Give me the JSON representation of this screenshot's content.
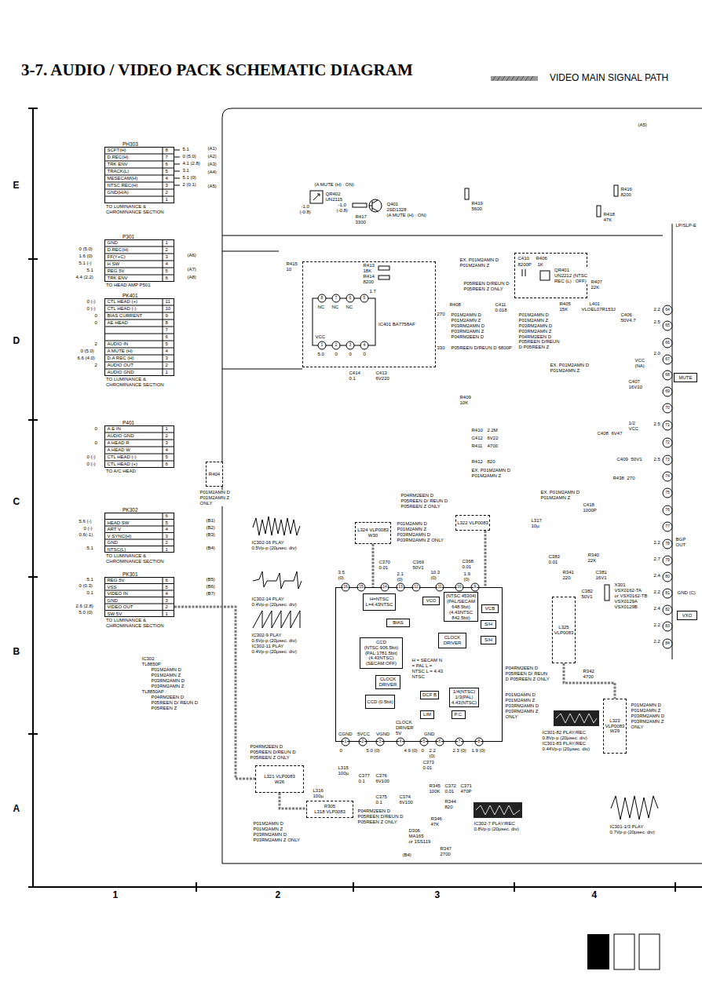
{
  "diagram": {
    "title": "3-7. AUDIO / VIDEO PACK SCHEMATIC DIAGRAM",
    "nodes": [
      {
        "text": [
          "PH303",
          "TO LUMINANCE & CHROMINANCE SECTION"
        ]
      },
      {
        "text": [
          "P301",
          "TO HEAD AMP P501"
        ]
      },
      {
        "text": [
          "PK401",
          "TO LUMINANCE & CHROMINANCE SECTION"
        ]
      },
      {
        "text": [
          "P401",
          "TO A/C HEAD"
        ]
      },
      {
        "text": [
          "PK302",
          "TO LUMINANCE & CHROMINANCE SECTION"
        ]
      },
      {
        "text": [
          "PK301",
          "TO LUMINANCE & CHROMINANCE SECTION"
        ]
      },
      {
        "text": [
          "IC401 BA7758AF"
        ]
      },
      {
        "text": [
          "QR401 UN2212 (NTSC REC (L) : OFF)"
        ]
      },
      {
        "text": [
          "CGND",
          "5VCC",
          "VGND",
          "CLOCK DRIVER 5V",
          "GND"
        ]
      },
      {
        "text": [
          "H=NTSC L=4.43NTSC"
        ],
        "in": 8
      },
      {
        "text": [
          "BIAS"
        ],
        "in": 8
      },
      {
        "text": [
          "VCO"
        ],
        "in": 8
      },
      {
        "text": [
          "(NTSC 45304) (PAL/SECAM 648.5bit) (4.43NTSC 842.5bit)"
        ],
        "in": 8
      },
      {
        "text": [
          "VCB"
        ],
        "in": 8
      },
      {
        "text": [
          "S/H"
        ],
        "in": 8
      },
      {
        "text": [
          "S/H"
        ],
        "in": 8
      },
      {
        "text": [
          "CLOCK DRIVER"
        ],
        "in": 8
      },
      {
        "text": [
          "CCD (NTSC:906.5bit) (PAL:1781.5bit) (4.43NTSC) (SECAM:OFF)"
        ],
        "in": 8
      },
      {
        "text": [
          "CLOCK DRIVER"
        ],
        "in": 8
      },
      {
        "text": [
          "CCD (0.5bit)"
        ],
        "in": 8
      },
      {
        "text": [
          "DCF B"
        ],
        "in": 8
      },
      {
        "text": [
          "1/4(NTSC) 1/3(PAL) 4.43(NTSC)"
        ],
        "in": 8
      },
      {
        "text": [
          "LIM"
        ],
        "in": 8
      },
      {
        "text": [
          "P.C."
        ],
        "in": 8
      },
      {
        "text": [
          "L324 VLP0083",
          "W30"
        ]
      },
      {
        "text": [
          "L322 VLP0083"
        ]
      },
      {
        "text": [
          "L321 VLP0083",
          "W26"
        ]
      },
      {
        "text": [
          "R305",
          "L318 VLP0083"
        ]
      },
      {
        "text": [
          "L325 VLP0083"
        ]
      },
      {
        "text": [
          "L323 VLP0083",
          "W29"
        ]
      },
      {
        "text": [
          "R404"
        ]
      },
      {
        "text": [
          "MUTE"
        ]
      },
      {
        "text": [
          "VXO"
        ]
      }
    ],
    "edges": [
      {
        "from": 5,
        "to": 26,
        "arrow": "none"
      },
      {
        "from": 24,
        "to": 8,
        "arrow": "none"
      },
      {
        "from": 25,
        "to": 8,
        "arrow": "none"
      },
      {
        "from": 28,
        "to": 29,
        "arrow": "none"
      },
      {
        "from": 26,
        "to": 27,
        "arrow": "none"
      }
    ],
    "labels": [
      "SCFT(H)",
      "8",
      "D.REC(H)",
      "7",
      "TRK ENV",
      "6",
      "TRACK(L)",
      "5",
      "MESECAM(H)",
      "4",
      "NTSC REC(H)",
      "3",
      "GND(H/A)",
      "2",
      "1",
      "GND",
      "1",
      "D.REC(H)",
      "2",
      "FF(Y+C)",
      "3",
      "H SW",
      "4",
      "REG 5V",
      "5",
      "TRK ENV",
      "6",
      "CTL HEAD (+)",
      "11",
      "CTL HEAD (-)",
      "10",
      "BIAS CURRENT",
      "9",
      "AE HEAD",
      "8",
      "7",
      "6",
      "AUDIO IN",
      "5",
      "A MUTE (H)",
      "4",
      "D.A REC (H)",
      "3",
      "AUDIO OUT",
      "2",
      "AUDIO GND",
      "1",
      "A.E IN",
      "1",
      "AUDIO GND",
      "2",
      "A HEAD R",
      "3",
      "A HEAD W",
      "4",
      "CTL HEAD (-)",
      "5",
      "CTL HEAD (+)",
      "6",
      "6",
      "HEAD SW",
      "5",
      "ART V",
      "4",
      "V SYNC(H)",
      "3",
      "GND",
      "2",
      "NTSC(L)",
      "1",
      "REG 5V",
      "6",
      "VSS",
      "5",
      "VIDEO IN",
      "4",
      "GND",
      "3",
      "VIDEO OUT",
      "2",
      "SW 5V",
      "1",
      "5.1",
      "0 (5.0)",
      "4.1 (2.8)",
      "3.1",
      "5.1 (0)",
      "2 (0.1)",
      "(A1)",
      "(A2)",
      "(A3)",
      "(A4)",
      "(A5)",
      "0 (5.0)",
      "1.6 (0)",
      "5.1 (-)",
      "5.1",
      "4.4 (2.2)",
      "(A6)",
      "(A7)",
      "(A8)",
      "0 (-)",
      "0 (-)",
      "0",
      "0",
      "2",
      "0 (5.0)",
      "6.6 (4.0)",
      "2",
      "0",
      "0",
      "0 (-)",
      "0 (-)",
      "P01M2AMN D P01M2AMN Z ONLY",
      "5.6 (-)",
      "0 (-)",
      "0.6(-1)",
      "5.1",
      "(B1)",
      "(B2)",
      "(B3)",
      "(B4)",
      "5.1",
      "0 (0.3)",
      "0.1",
      "2.6 (2.8)",
      "5.0 (0)",
      "(B5)",
      "(B6)",
      "(B7)",
      "IC302",
      "TL8850P",
      "P01M2AMN D",
      "P01M2AMN Z",
      "P03RM2AMN D",
      "P03RM2AMN Z",
      "TL8850AP :",
      "P04RM2EEN D",
      "P05REEN D/ REUN D",
      "P05REEN Z",
      "IC302-16 PLAY",
      "0.5Vp-p (20µsec. div)",
      "IC302-14 PLAY",
      "0.4Vp-p (20µsec. div)",
      "IC302-9 PLAY",
      "0.6Vp-p (20µsec. div)",
      "IC302-11 PLAY",
      "0.4Vp-p (20µsec. div)",
      "(A MUTE (H) : ON)",
      "QR402",
      "UN2115",
      "Q401",
      "2SD1328",
      "(A MUTE (H) : ON)",
      "-1.0",
      "(-0.8)",
      "-1.0",
      "(-0.8)",
      "R417",
      "3300",
      "R419",
      "5600",
      "R416",
      "8200",
      "R418",
      "47K",
      "R415",
      "10",
      "R413",
      "18K",
      "R414",
      "8200",
      "EX. P01M2AMN D P01M2AMN Z",
      "P05REEN D/REUN D P05REEN Z ONLY",
      "C410",
      "8200P",
      "R406",
      "1K",
      "R407",
      "22K",
      "R405",
      "15K",
      "L401",
      "VLOEL07R153J",
      "C406",
      "50V4.7",
      "R408",
      "C411",
      "0.018",
      "270",
      "P01M2AMN D P01M2AMN Z P03RM2AMN D P03RM2AMN Z P04RM2EEN D",
      "330",
      "P05REEN D/REUN D",
      "6800P",
      "P01M2AMN D P01M2AMN Z P03RM2AMN D P03RM2AMN Z P04RM2EEN D P05REEN D/REUN D P05REEN Z",
      "EX. P01M2AMN D P01M2AMN Z",
      "VCC (NA)",
      "C407",
      "16V10",
      "R409",
      "10K",
      "C414",
      "0.1",
      "C413",
      "6V220",
      "R410",
      "2.2M",
      "C412",
      "6V22",
      "R411",
      "4700",
      "R412",
      "820",
      "EX. P01M2AMN D P01M2AMN Z",
      "1/2 VCC",
      "C408",
      "6V47",
      "C409",
      "50V1",
      "R438",
      "270",
      "EX. P01M2AMN D P01M2AMN Z",
      "C418",
      "1000P",
      "BGP OUT",
      "L317",
      "10µ",
      "P04RM2EEN D P05REEN D/ REUN D P05REEN Z ONLY",
      "P01M2AMN D P01M2AMN Z P03RM2AMN D P03RM2AMN Z ONLY",
      "C383",
      "0.01",
      "R340",
      "22K",
      "R341",
      "220",
      "C382",
      "50V1",
      "C381",
      "16V1",
      "X301",
      "VSX0162-TA",
      "or VSX0162-TB",
      "VSX0129A",
      "VSX0129B",
      "GND (C)",
      "R342",
      "4700",
      "P04RM2EEN D P05REEN D/ REUN D P05REEN Z ONLY",
      "P01M2AMN D P01M2AMN Z P03RM2AMN D P03RM2AMN Z ONLY",
      "P01M2AMN D P01M2AMN Z P03RM2AMN D P03RM2AMN Z ONLY",
      "IC301-82 PLAY/REC",
      "0.8Vp-p (20µsec. div)",
      "IC301-83 PLAY/REC",
      "0.44Vp-p (20µsec. div)",
      "3.5 (0)",
      "C370",
      "0.01",
      "2.1 (0)",
      "C369",
      "50V1",
      "10.3 (0)",
      "C368",
      "0.01",
      "1.9 (0)",
      "16",
      "15",
      "14",
      "13",
      "12",
      "11",
      "10",
      "9",
      "1",
      "2",
      "3",
      "4",
      "5",
      "6",
      "7",
      "8",
      "0",
      "5.0 (0)",
      "4.9 (0)",
      "0",
      "2.2 (0)",
      "2.3 (0)",
      "1.9 (0)",
      "L315",
      "100µ",
      "C377",
      "0.1",
      "C376",
      "6V100",
      "L316",
      "100µ",
      "C375",
      "0.1",
      "C374",
      "6V100",
      "C373",
      "0.01",
      "R345",
      "100K",
      "C372",
      "0.01",
      "C371",
      "470P",
      "R344",
      "820",
      "P04RM2EEN D P05REEN D/REUN D P05REEN Z ONLY",
      "D306",
      "MA165",
      "or 1SS119",
      "R346",
      "47K",
      "R347",
      "2700",
      "(B4)",
      "P04RM2EEN D P05REEN D/REUN D P05REEN Z ONLY",
      "P01M2AMN D P01M2AMN Z P03RM2AMN D P03RM2AMN Z ONLY",
      "IC302-7 PLAY/REC",
      "0.8Vp-p (20µsec. div)",
      "IC301-1/3 PLAY",
      "0.7Vp-p (20µsec. div)",
      "8",
      "7",
      "6",
      "5",
      "NC",
      "NC",
      "NC",
      "1.7",
      "1",
      "2",
      "3",
      "4",
      "VCC",
      "5.0",
      "0",
      "0",
      "0",
      "(A5)",
      "LP/SLP-E",
      "64",
      "65",
      "66",
      "67",
      "68",
      "69",
      "70",
      "71",
      "72",
      "73",
      "74",
      "75",
      "76",
      "77",
      "78",
      "79",
      "80",
      "81",
      "82",
      "83",
      "84",
      "2.2",
      "2.5",
      "2.0",
      "2.5",
      "2.5",
      "2.2",
      "2.7",
      "2.4",
      "2.2",
      "2.4",
      "2.2",
      "2.2",
      "E",
      "D",
      "C",
      "B",
      "A",
      "1",
      "2",
      "3",
      "4",
      "H = SECAM N = PAL L = NTSC L = 4.43 NTSC"
    ],
    "legend": [
      {
        "text": "VIDEO MAIN SIGNAL PATH"
      }
    ]
  }
}
